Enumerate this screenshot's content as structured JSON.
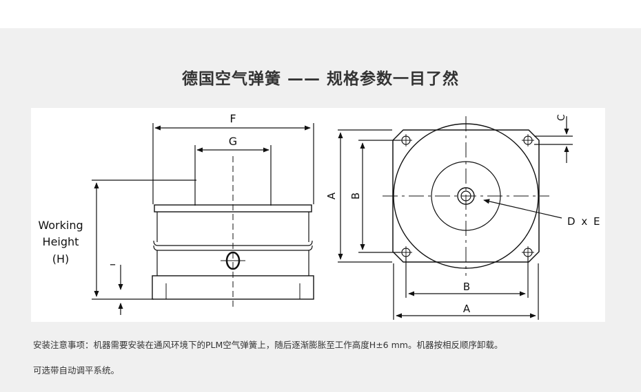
{
  "heading": "德国空气弹簧 —— 规格参数一目了然",
  "diagram": {
    "side_view": {
      "dim_F": "F",
      "dim_G": "G",
      "dim_minus": "–",
      "working_height": [
        "Working",
        "Height",
        "(H)"
      ]
    },
    "top_view": {
      "dim_A_vertical": "A",
      "dim_B_vertical": "B",
      "dim_C": "C",
      "dim_DxE": "D x E",
      "dim_B_horizontal": "B",
      "dim_A_horizontal": "A"
    }
  },
  "notes": {
    "line1": "安装注意事项：机器需要安装在通风环境下的PLM空气弹簧上，随后逐渐膨胀至工作高度H±6 mm。机器按相反顺序卸载。",
    "line2": "可选带自动调平系统。"
  }
}
